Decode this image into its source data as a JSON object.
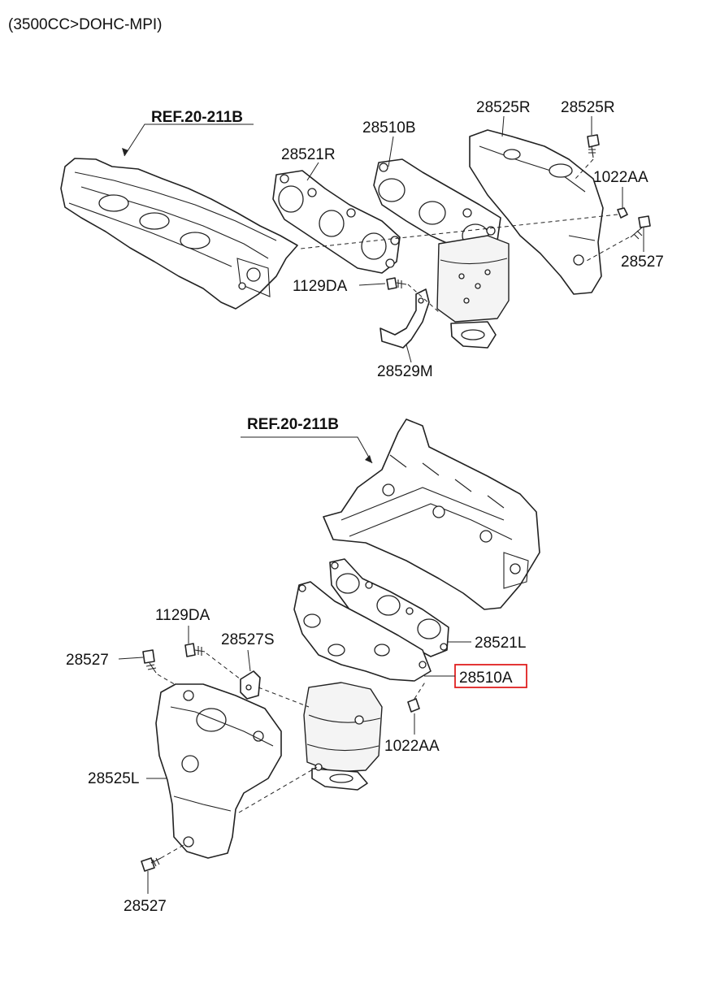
{
  "title": "(3500CC>DOHC-MPI)",
  "highlight_color": "#e02020",
  "upper_assembly": {
    "ref": "REF.20-211B",
    "labels": {
      "heat_protector_r_top": "28525R",
      "bolt_r_top": "28525R",
      "manifold_b": "28510B",
      "gasket_r": "28521R",
      "nut_r": "1022AA",
      "bolt_r": "28527",
      "bolt_bracket": "1129DA",
      "bracket": "28529M"
    }
  },
  "lower_assembly": {
    "ref": "REF.20-211B",
    "labels": {
      "bolt_bracket": "1129DA",
      "bolt_left_top": "28527",
      "stay": "28527S",
      "gasket_l": "28521L",
      "manifold_a": "28510A",
      "nut_l": "1022AA",
      "heat_protector_l": "28525L",
      "bolt_left_bottom": "28527"
    }
  }
}
